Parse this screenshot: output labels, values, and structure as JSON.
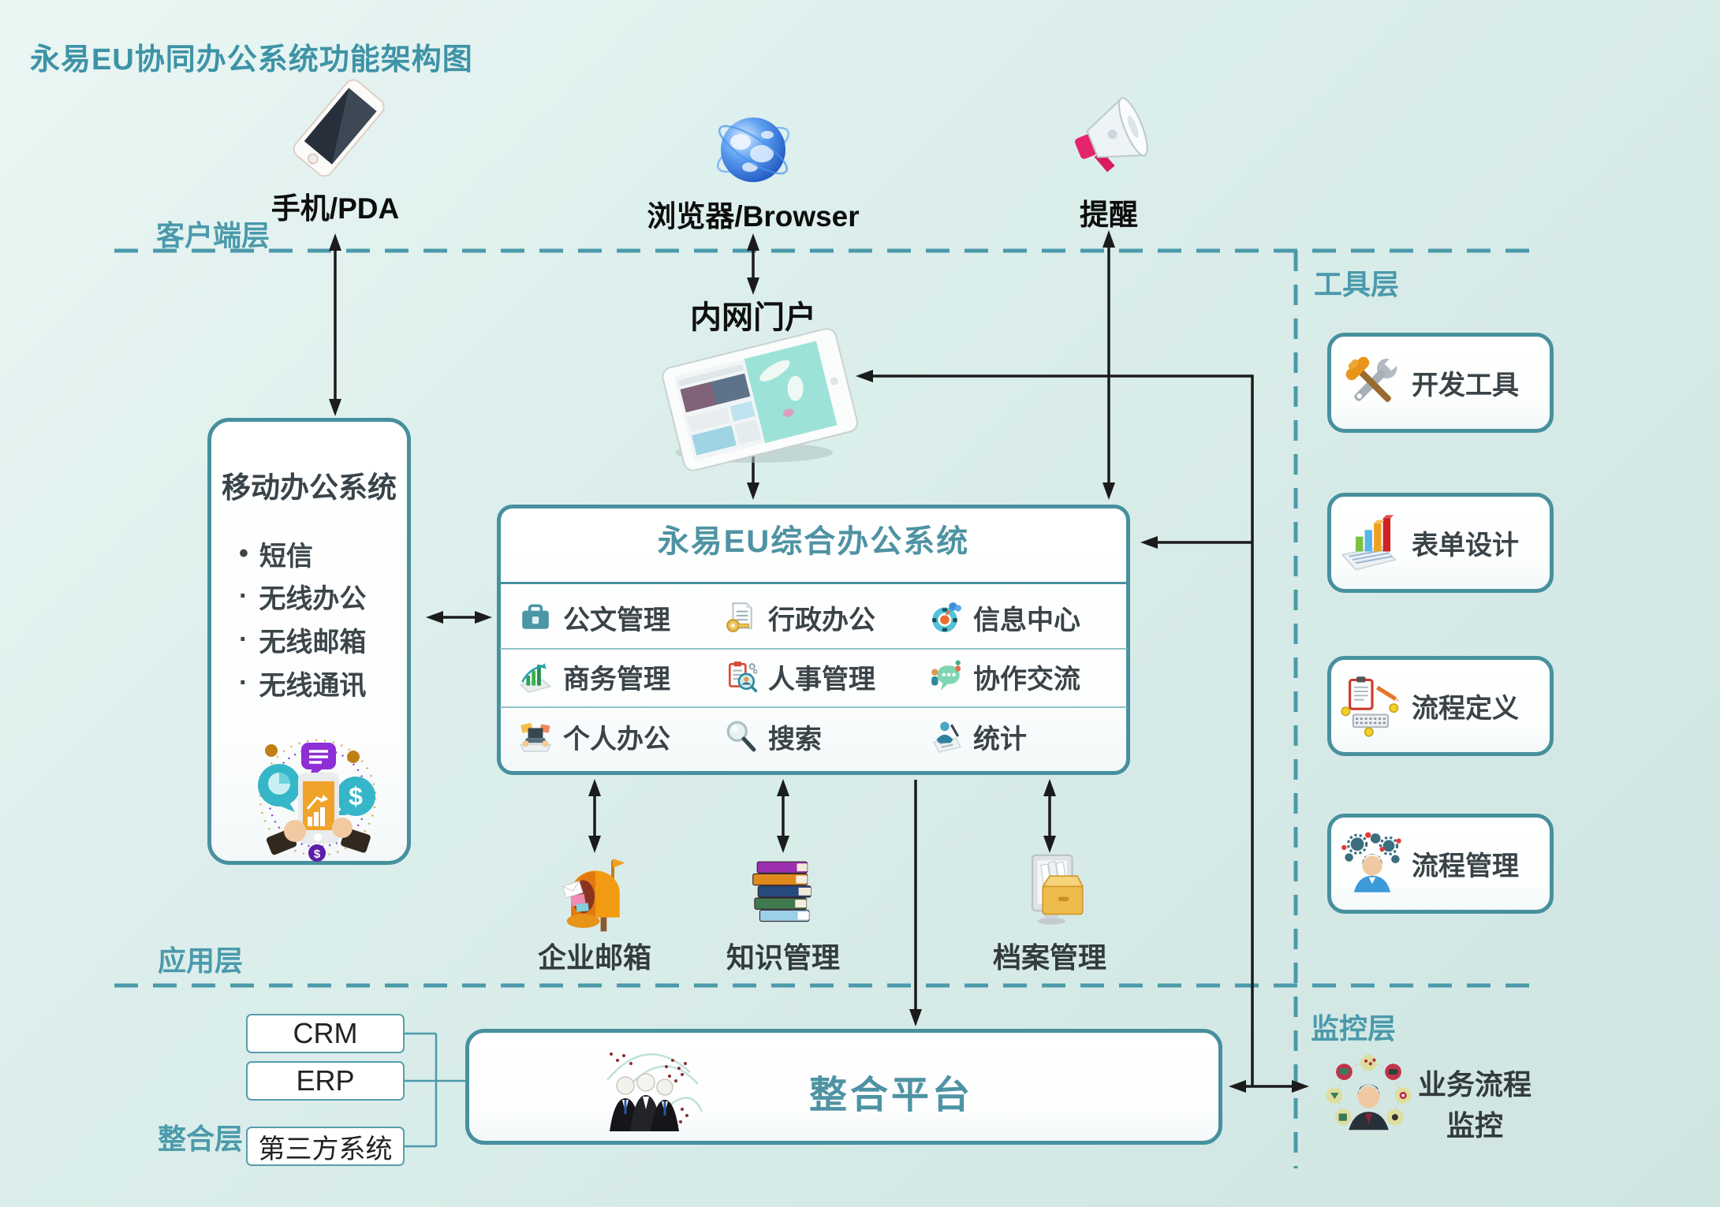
{
  "title": "永易EU协同办公系统功能架构图",
  "colors": {
    "background": "#d9ece9",
    "accent_teal": "#4b9aab",
    "box_border_teal": "#47909e",
    "heading_teal": "#4e93a3",
    "dark_text": "#3a4347",
    "arrow_black": "#1b1b1b"
  },
  "layer_labels": {
    "client": "客户端层",
    "tools": "工具层",
    "application": "应用层",
    "monitoring": "监控层",
    "integration": "整合层"
  },
  "clients": {
    "phone": {
      "label": "手机/PDA",
      "icon": "smartphone-icon"
    },
    "browser": {
      "label": "浏览器/Browser",
      "icon": "globe-icon"
    },
    "reminder": {
      "label": "提醒",
      "icon": "megaphone-icon"
    }
  },
  "portal": {
    "label": "内网门户",
    "icon": "tablet-icon"
  },
  "main_system": {
    "title": "永易EU综合办公系统",
    "modules": [
      {
        "label": "公文管理",
        "icon": "briefcase-icon"
      },
      {
        "label": "行政办公",
        "icon": "document-key-icon"
      },
      {
        "label": "信息中心",
        "icon": "lifebuoy-cloud-icon"
      },
      {
        "label": "商务管理",
        "icon": "bar-chart-icon"
      },
      {
        "label": "人事管理",
        "icon": "clipboard-magnifier-icon"
      },
      {
        "label": "协作交流",
        "icon": "people-chat-icon"
      },
      {
        "label": "个人办公",
        "icon": "workspace-icon"
      },
      {
        "label": "搜索",
        "icon": "magnifier-icon"
      },
      {
        "label": "统计",
        "icon": "statistics-icon"
      }
    ]
  },
  "mobile_system": {
    "title": "移动办公系统",
    "items": [
      {
        "bullet": "•",
        "text": "短信"
      },
      {
        "bullet": "·",
        "text": "无线办公"
      },
      {
        "bullet": "·",
        "text": "无线邮箱"
      },
      {
        "bullet": "·",
        "text": "无线通讯"
      }
    ],
    "icon": "mobile-payment-illustration"
  },
  "tools": [
    {
      "label": "开发工具",
      "icon": "wrench-hammer-icon"
    },
    {
      "label": "表单设计",
      "icon": "form-design-icon"
    },
    {
      "label": "流程定义",
      "icon": "clipboard-pencil-keyboard-icon"
    },
    {
      "label": "流程管理",
      "icon": "person-gears-icon"
    }
  ],
  "services": [
    {
      "label": "企业邮箱",
      "icon": "mailbox-icon"
    },
    {
      "label": "知识管理",
      "icon": "books-icon"
    },
    {
      "label": "档案管理",
      "icon": "archive-icon"
    }
  ],
  "integration_layer": {
    "platform": {
      "label": "整合平台",
      "icon": "integration-people-icon"
    },
    "external_systems": [
      "CRM",
      "ERP",
      "第三方系统"
    ]
  },
  "monitoring": {
    "label_line1": "业务流程",
    "label_line2": "监控",
    "icon": "process-monitor-icon"
  }
}
